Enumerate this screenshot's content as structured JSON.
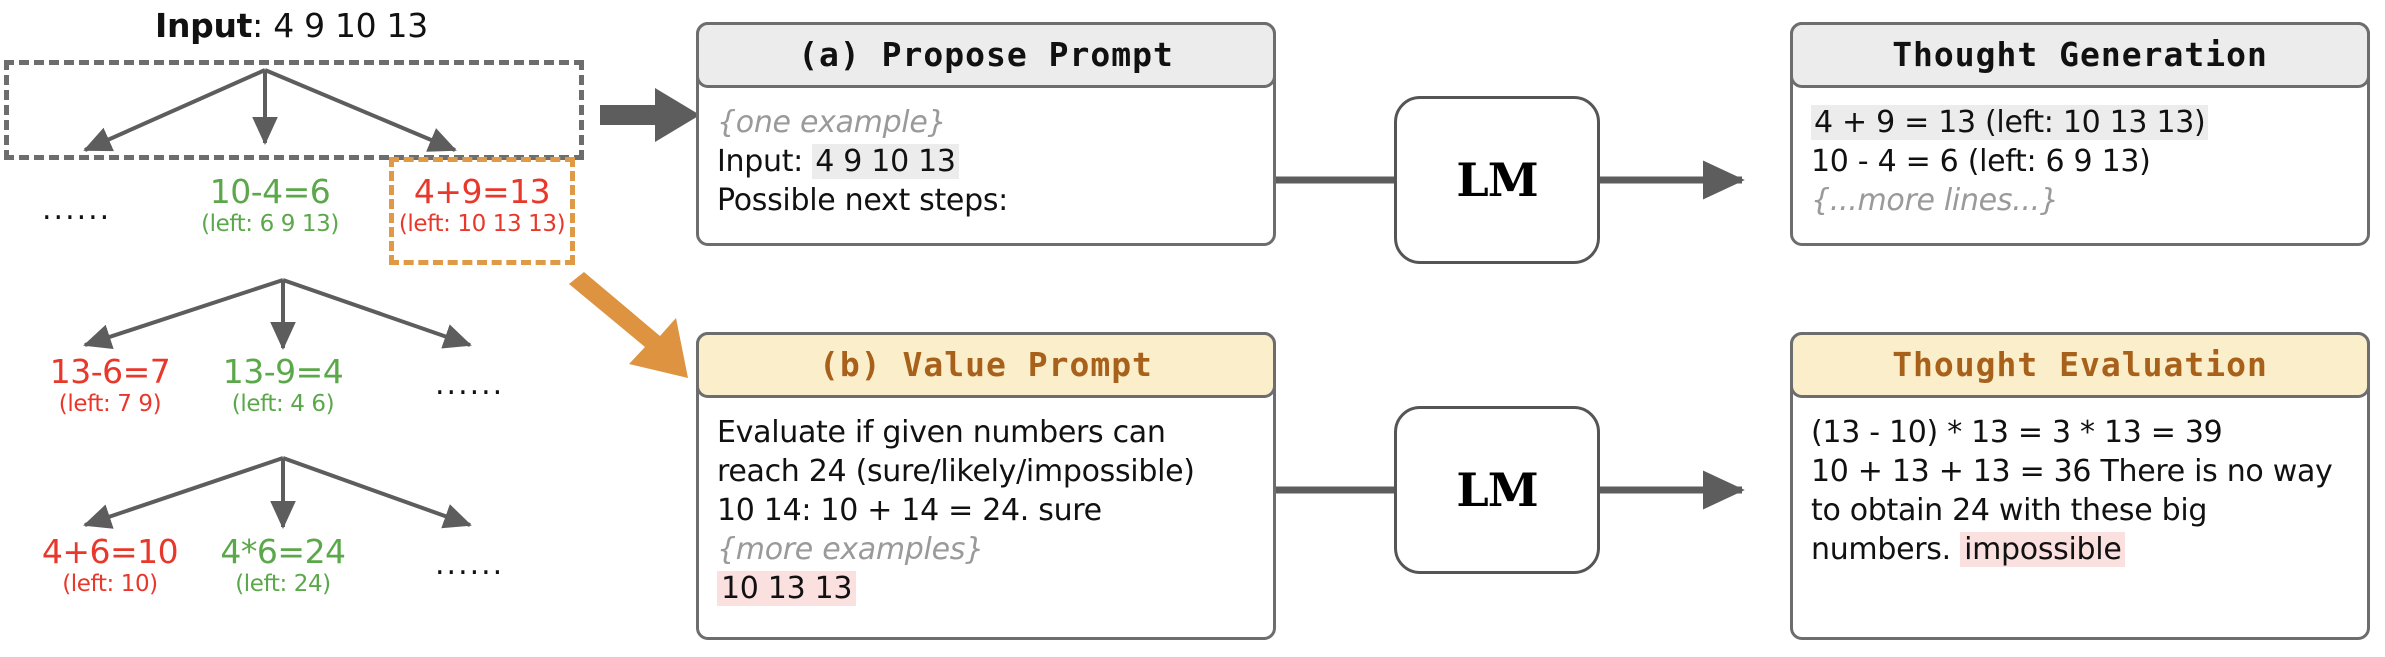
{
  "figure": {
    "title_label": "Input",
    "title_value": "4 9 10 13"
  },
  "tree": {
    "ellipsis": "......",
    "nodes": [
      {
        "id": "n-10-4-6",
        "op": "10-4=6",
        "left": "(left: 6 9 13)",
        "color": "green"
      },
      {
        "id": "n-4-9-13",
        "op": "4+9=13",
        "left": "(left: 10 13 13)",
        "color": "red"
      },
      {
        "id": "n-13-6-7",
        "op": "13-6=7",
        "left": "(left: 7 9)",
        "color": "red"
      },
      {
        "id": "n-13-9-4",
        "op": "13-9=4",
        "left": "(left: 4 6)",
        "color": "green"
      },
      {
        "id": "n-4-6-10",
        "op": "4+6=10",
        "left": "(left: 10)",
        "color": "red"
      },
      {
        "id": "n-4x6-24",
        "op": "4*6=24",
        "left": "(left: 24)",
        "color": "green"
      }
    ],
    "row_ellipsis": [
      "......",
      "......"
    ]
  },
  "propose_prompt": {
    "header": "(a) Propose Prompt",
    "lines": [
      {
        "text": "{one example}",
        "style": "muted"
      },
      {
        "prefix": "Input: ",
        "highlight": "4 9 10 13",
        "style": "highlight-gray"
      },
      {
        "text": "Possible next steps:",
        "style": "plain"
      }
    ]
  },
  "value_prompt": {
    "header": "(b) Value Prompt",
    "lines": [
      {
        "text": "Evaluate if given numbers can",
        "style": "plain"
      },
      {
        "text": "reach 24 (sure/likely/impossible)",
        "style": "plain"
      },
      {
        "text": "10 14: 10 + 14 = 24. sure",
        "style": "plain"
      },
      {
        "text": "{more examples}",
        "style": "muted"
      },
      {
        "text": "10 13 13",
        "style": "highlight-pink"
      }
    ]
  },
  "thought_generation": {
    "header": "Thought Generation",
    "lines": [
      {
        "text": "4 + 9 = 13 (left: 10 13 13)",
        "style": "highlight-gray"
      },
      {
        "text": "10 - 4 = 6 (left: 6 9 13)",
        "style": "plain"
      },
      {
        "text": "{...more lines...}",
        "style": "muted"
      }
    ]
  },
  "thought_evaluation": {
    "header": "Thought Evaluation",
    "lines": [
      {
        "text": "(13 - 10) * 13 = 3 * 13 = 39",
        "style": "plain"
      },
      {
        "text": "10 + 13 + 13 = 36 There is no way",
        "style": "plain"
      },
      {
        "text": "to obtain 24 with these big",
        "style": "plain"
      },
      {
        "prefix": "numbers. ",
        "highlight": "impossible",
        "style": "highlight-pink"
      }
    ]
  },
  "lm": {
    "label_top": "LM",
    "label_bottom": "LM"
  },
  "colors": {
    "green": "#5ba84a",
    "red": "#e8382b",
    "orange": "#e09a46",
    "gray_arrow": "#5d5d5d",
    "header_gray": "#ececec",
    "header_amber": "#fbeecb",
    "amber_text": "#a8611b",
    "pink_highlight": "#fbe0e0"
  }
}
